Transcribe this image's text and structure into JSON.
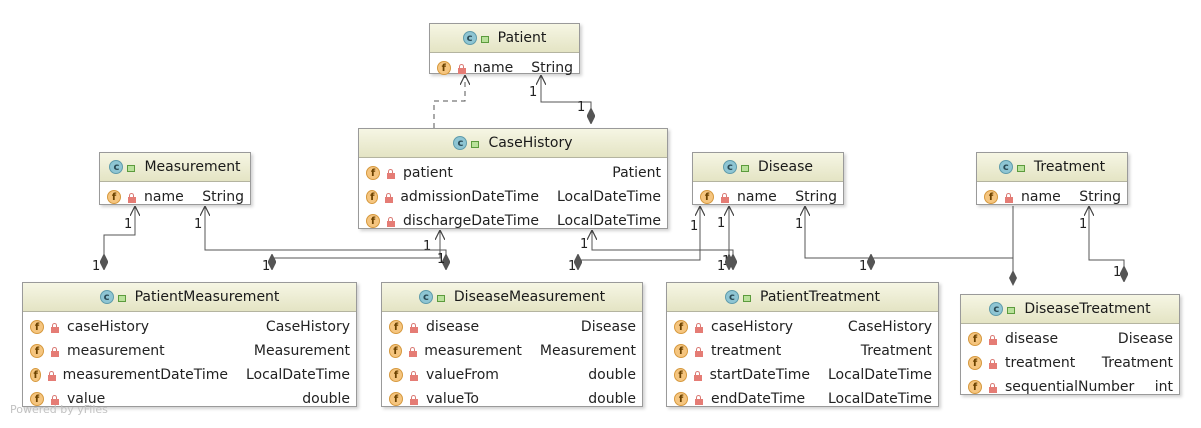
{
  "footer": "Powered by yFiles",
  "classes": {
    "patient": {
      "name": "Patient",
      "fields": [
        {
          "name": "name",
          "type": "String"
        }
      ]
    },
    "caseHistory": {
      "name": "CaseHistory",
      "fields": [
        {
          "name": "patient",
          "type": "Patient"
        },
        {
          "name": "admissionDateTime",
          "type": "LocalDateTime"
        },
        {
          "name": "dischargeDateTime",
          "type": "LocalDateTime"
        }
      ]
    },
    "measurement": {
      "name": "Measurement",
      "fields": [
        {
          "name": "name",
          "type": "String"
        }
      ]
    },
    "disease": {
      "name": "Disease",
      "fields": [
        {
          "name": "name",
          "type": "String"
        }
      ]
    },
    "treatment": {
      "name": "Treatment",
      "fields": [
        {
          "name": "name",
          "type": "String"
        }
      ]
    },
    "patientMeasurement": {
      "name": "PatientMeasurement",
      "fields": [
        {
          "name": "caseHistory",
          "type": "CaseHistory"
        },
        {
          "name": "measurement",
          "type": "Measurement"
        },
        {
          "name": "measurementDateTime",
          "type": "LocalDateTime"
        },
        {
          "name": "value",
          "type": "double"
        }
      ]
    },
    "diseaseMeasurement": {
      "name": "DiseaseMeasurement",
      "fields": [
        {
          "name": "disease",
          "type": "Disease"
        },
        {
          "name": "measurement",
          "type": "Measurement"
        },
        {
          "name": "valueFrom",
          "type": "double"
        },
        {
          "name": "valueTo",
          "type": "double"
        }
      ]
    },
    "patientTreatment": {
      "name": "PatientTreatment",
      "fields": [
        {
          "name": "caseHistory",
          "type": "CaseHistory"
        },
        {
          "name": "treatment",
          "type": "Treatment"
        },
        {
          "name": "startDateTime",
          "type": "LocalDateTime"
        },
        {
          "name": "endDateTime",
          "type": "LocalDateTime"
        }
      ]
    },
    "diseaseTreatment": {
      "name": "DiseaseTreatment",
      "fields": [
        {
          "name": "disease",
          "type": "Disease"
        },
        {
          "name": "treatment",
          "type": "Treatment"
        },
        {
          "name": "sequentialNumber",
          "type": "int"
        }
      ]
    }
  },
  "relations": [
    {
      "id": "rel-casehistory-patient-dependency",
      "kind": "dependency"
    },
    {
      "id": "rel-casehistory-patient",
      "kind": "composition",
      "source_mult": "1",
      "target_mult": "1"
    },
    {
      "id": "rel-patientmeasurement-measurement",
      "kind": "composition",
      "source_mult": "1",
      "target_mult": "1"
    },
    {
      "id": "rel-patientmeasurement-casehistory",
      "kind": "composition",
      "source_mult": "1",
      "target_mult": "1"
    },
    {
      "id": "rel-diseasemeasurement-measurement",
      "kind": "composition",
      "source_mult": "1",
      "target_mult": "1"
    },
    {
      "id": "rel-diseasemeasurement-disease",
      "kind": "composition",
      "source_mult": "1",
      "target_mult": "1"
    },
    {
      "id": "rel-patienttreatment-casehistory",
      "kind": "composition",
      "source_mult": "1",
      "target_mult": "1"
    },
    {
      "id": "rel-patienttreatment-treatment",
      "kind": "composition",
      "source_mult": "1",
      "target_mult": "1"
    },
    {
      "id": "rel-diseasetreatment-disease",
      "kind": "composition",
      "source_mult": "1",
      "target_mult": "1"
    },
    {
      "id": "rel-diseasetreatment-treatment",
      "kind": "composition",
      "source_mult": "1",
      "target_mult": "1"
    }
  ]
}
